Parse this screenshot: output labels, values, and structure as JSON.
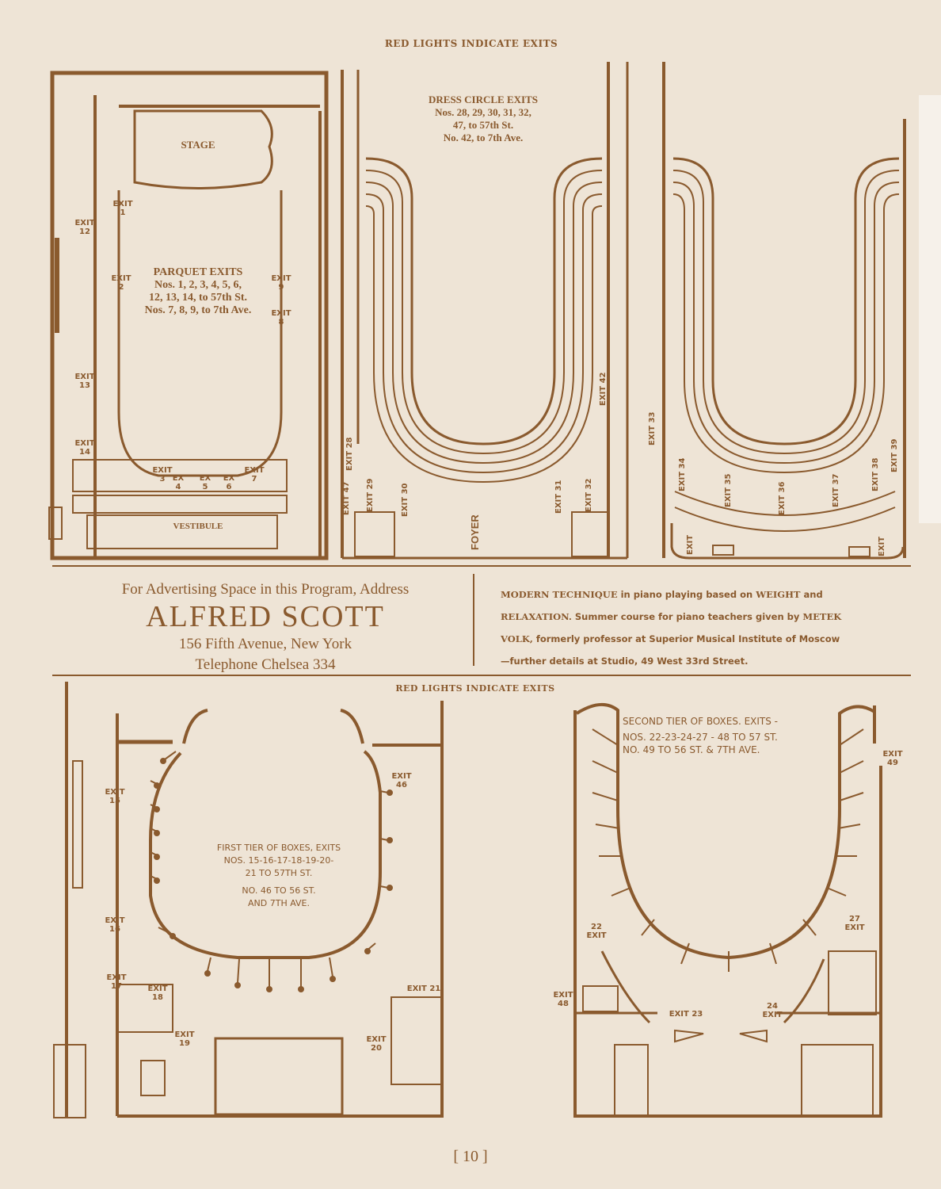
{
  "colors": {
    "ink": "#8a5a2e",
    "paper": "#eee4d6"
  },
  "top_header": "RED LIGHTS INDICATE EXITS",
  "bottom_header": "RED LIGHTS INDICATE EXITS",
  "parquet": {
    "stage": "STAGE",
    "vestibule": "VESTIBULE",
    "title": "PARQUET EXITS",
    "line1": "Nos. 1, 2, 3, 4, 5, 6,",
    "line2": "12, 13, 14, to 57th St.",
    "line3": "Nos. 7, 8, 9, to 7th Ave.",
    "exits": {
      "e1": "EXIT\n1",
      "e2": "EXIT\n2",
      "e12": "EXIT\n12",
      "e13": "EXIT\n13",
      "e14": "EXIT\n14",
      "e9": "EXIT\n9",
      "e8": "EXIT\n8",
      "e3": "EXIT\n3",
      "e4": "EX\n4",
      "e5": "EX\n5",
      "e6": "EX\n6",
      "e7": "EXIT\n7"
    }
  },
  "dress_circle": {
    "title": "DRESS CIRCLE EXITS",
    "line1": "Nos. 28, 29, 30, 31, 32,",
    "line2": "47, to 57th St.",
    "line3": "No. 42, to 7th Ave.",
    "foyer": "FOYER",
    "exits": {
      "e28": "EXIT 28",
      "e29": "EXIT 29",
      "e30": "EXIT 30",
      "e31": "EXIT 31",
      "e32": "EXIT 32",
      "e47": "EXIT 47",
      "e42": "EXIT 42"
    }
  },
  "balcony": {
    "exits": {
      "e33": "EXIT 33",
      "e34": "EXIT 34",
      "e35": "EXIT 35",
      "e36": "EXIT 36",
      "e37": "EXIT 37",
      "e38": "EXIT 38",
      "e39": "EXIT 39",
      "eleft": "EXIT",
      "eright": "EXIT"
    }
  },
  "ad": {
    "line1": "For Advertising Space in this Program, Address",
    "name": "ALFRED SCOTT",
    "line2": "156 Fifth Avenue, New York",
    "line3": "Telephone Chelsea 334"
  },
  "notice": {
    "b1": "MODERN TECHNIQUE",
    "t1": " in piano playing based on ",
    "b2": "WEIGHT",
    "t2": " and",
    "b3": "RELAXATION.",
    "t3": " Summer course for piano teachers given by ",
    "b4": "METEK",
    "b5": "VOLK,",
    "t4": " formerly professor at Superior Musical Institute of Moscow",
    "t5": "—further details at Studio, 49 West 33rd Street."
  },
  "first_tier": {
    "line1": "FIRST TIER OF BOXES, EXITS",
    "line2": "NOS. 15-16-17-18-19-20-",
    "line3": "21 TO 57TH ST.",
    "line4": "NO. 46 TO 56 ST.",
    "line5": "AND 7TH AVE.",
    "exits": {
      "e15": "EXIT\n15",
      "e16": "EXIT\n16",
      "e17": "EXIT\n17",
      "e18": "EXIT\n18",
      "e19": "EXIT\n19",
      "e20": "EXIT\n20",
      "e21": "EXIT 21",
      "e46": "EXIT\n46"
    }
  },
  "second_tier": {
    "line1": "SECOND TIER OF BOXES. EXITS -",
    "line2": "NOS. 22-23-24-27 - 48 TO 57 ST.",
    "line3": "NO. 49 TO 56 ST. & 7TH AVE.",
    "exits": {
      "e49": "EXIT\n49",
      "e22": "22\nEXIT",
      "e27": "27\nEXIT",
      "e48": "EXIT\n48",
      "e23": "EXIT 23",
      "e24": "24\nEXIT"
    }
  },
  "page_number": "[ 10 ]"
}
